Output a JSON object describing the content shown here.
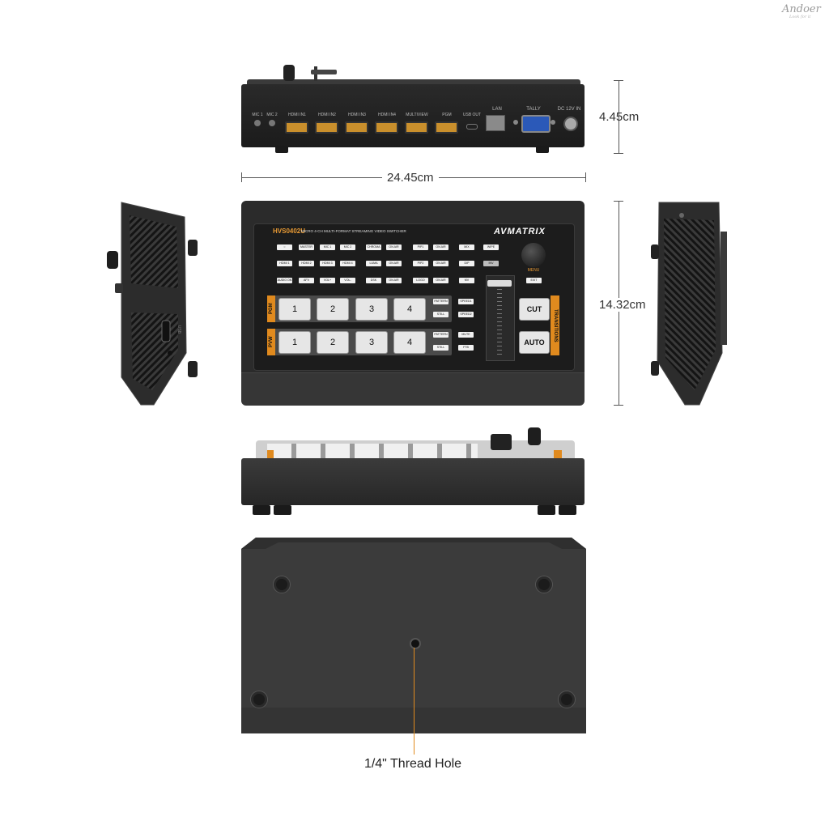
{
  "brand": {
    "name": "Andoer",
    "tagline": "Look for it"
  },
  "dimensions": {
    "height_rear": "4.45cm",
    "width": "24.45cm",
    "depth": "14.32cm"
  },
  "rear_ports": {
    "mic1": "MIC 1",
    "mic2": "MIC 2",
    "hdmi_in1": "HDMI IN1",
    "hdmi_in2": "HDMI IN2",
    "hdmi_in3": "HDMI IN3",
    "hdmi_in4": "HDMI IN4",
    "multiview": "MULTIVIEW",
    "pgm": "PGM",
    "usb_out": "USB OUT",
    "lan": "LAN",
    "tally": "TALLY",
    "dc_in": "DC 12V IN"
  },
  "panel": {
    "model": "HVS0402U",
    "subtitle": "MICRO 4-CH MULTI-FORMAT STREAMING VIDEO SWITCHER",
    "logo": "AVMATRIX",
    "menu_label": "MENU",
    "pgm_label": "PGM",
    "pvw_label": "PVW",
    "transitions_label": "TRANSITIONS",
    "cut": "CUT",
    "auto": "AUTO",
    "small_keys_row1": [
      "MASTER",
      "MIC 1",
      "MIC 2",
      "CHROMA",
      "ON AIR",
      "PIP1",
      "ON AIR",
      "MIX",
      "WIPE"
    ],
    "small_keys_row2": [
      "HDMI 1",
      "HDMI 2",
      "HDMI 3",
      "HDMI 4",
      "LUMA",
      "ON AIR",
      "PIP2",
      "ON AIR",
      "DIP",
      "INV"
    ],
    "small_keys_row3": [
      "AUDIO ON",
      "AFV",
      "VOL+",
      "VOL-",
      "DSK",
      "ON AIR",
      "LOGO",
      "ON AIR",
      "MV",
      "EXIT"
    ],
    "pgm_buttons": [
      "1",
      "2",
      "3",
      "4"
    ],
    "pvw_buttons": [
      "1",
      "2",
      "3",
      "4"
    ],
    "pgm_side": [
      "PATTERN",
      "STILL"
    ],
    "pvw_side": [
      "PATTERN",
      "STILL"
    ],
    "speed": [
      "SPEED1",
      "SPEED2"
    ],
    "mute_ftb": [
      "MUTE",
      "FTB"
    ]
  },
  "side_usb": "USB",
  "caption": "1/4\" Thread Hole"
}
